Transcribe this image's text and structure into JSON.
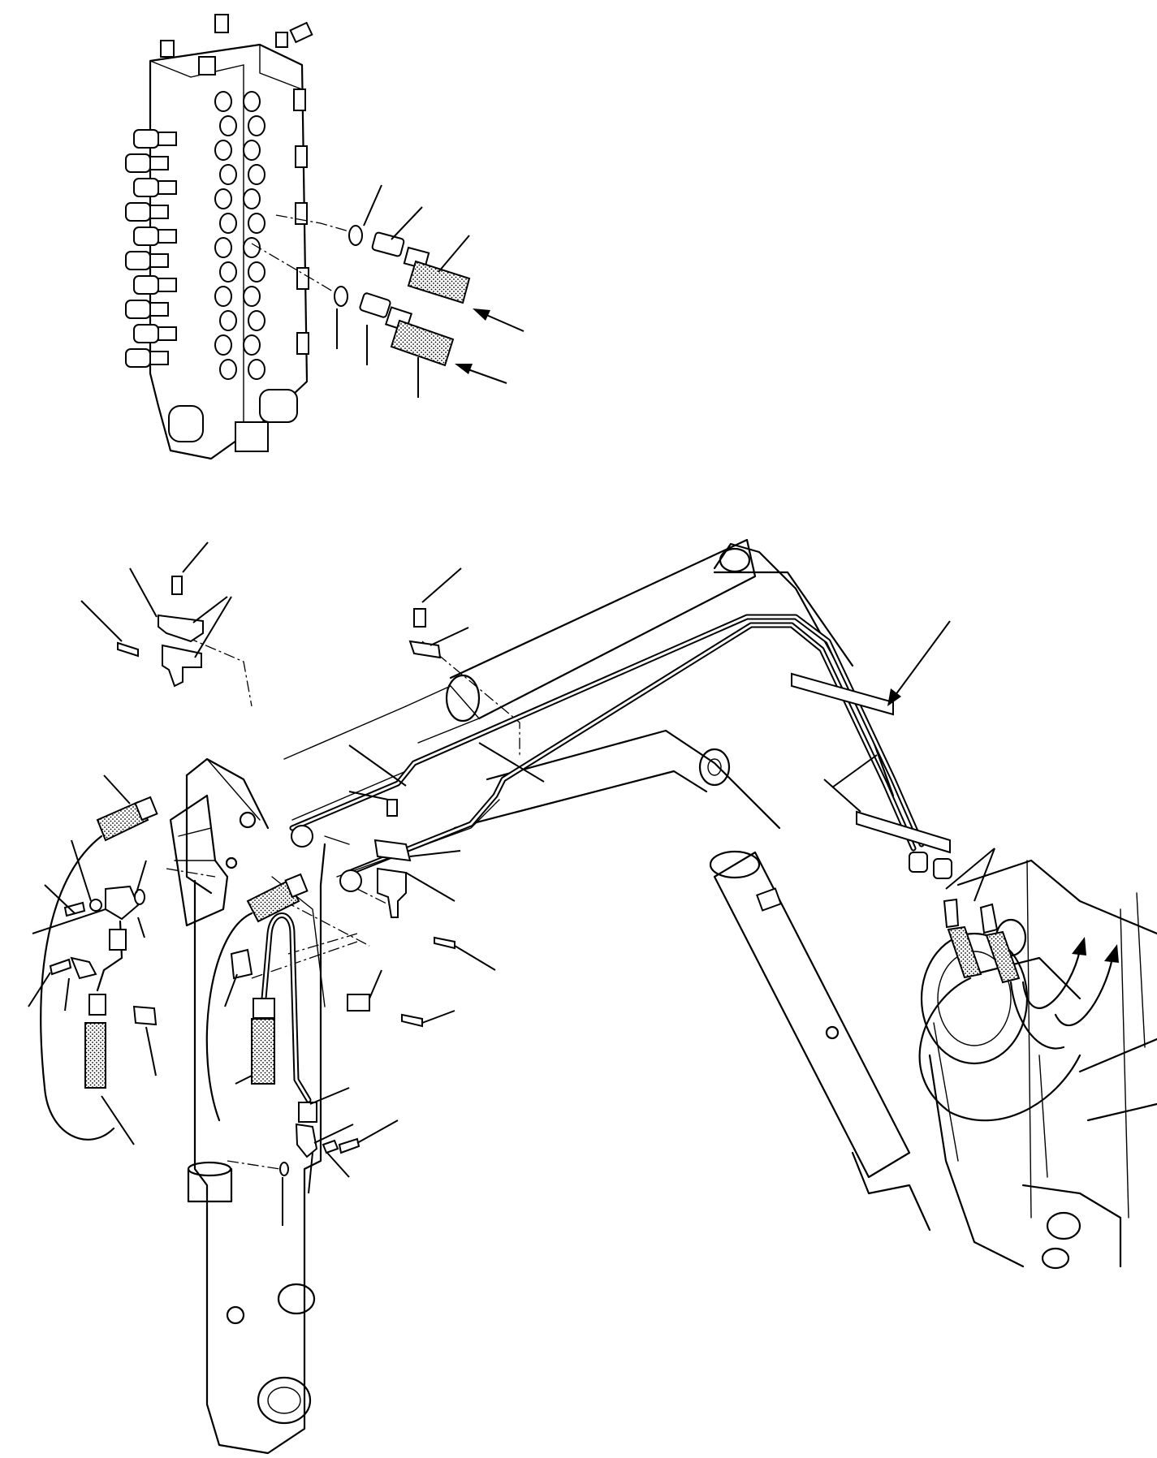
{
  "figure": {
    "caption": "",
    "subassemblies": [
      {
        "id": "control-valve",
        "callouts": 6,
        "arrows": 2
      },
      {
        "id": "boom-arm-piping",
        "callouts": 26,
        "arrows": 3
      }
    ]
  }
}
